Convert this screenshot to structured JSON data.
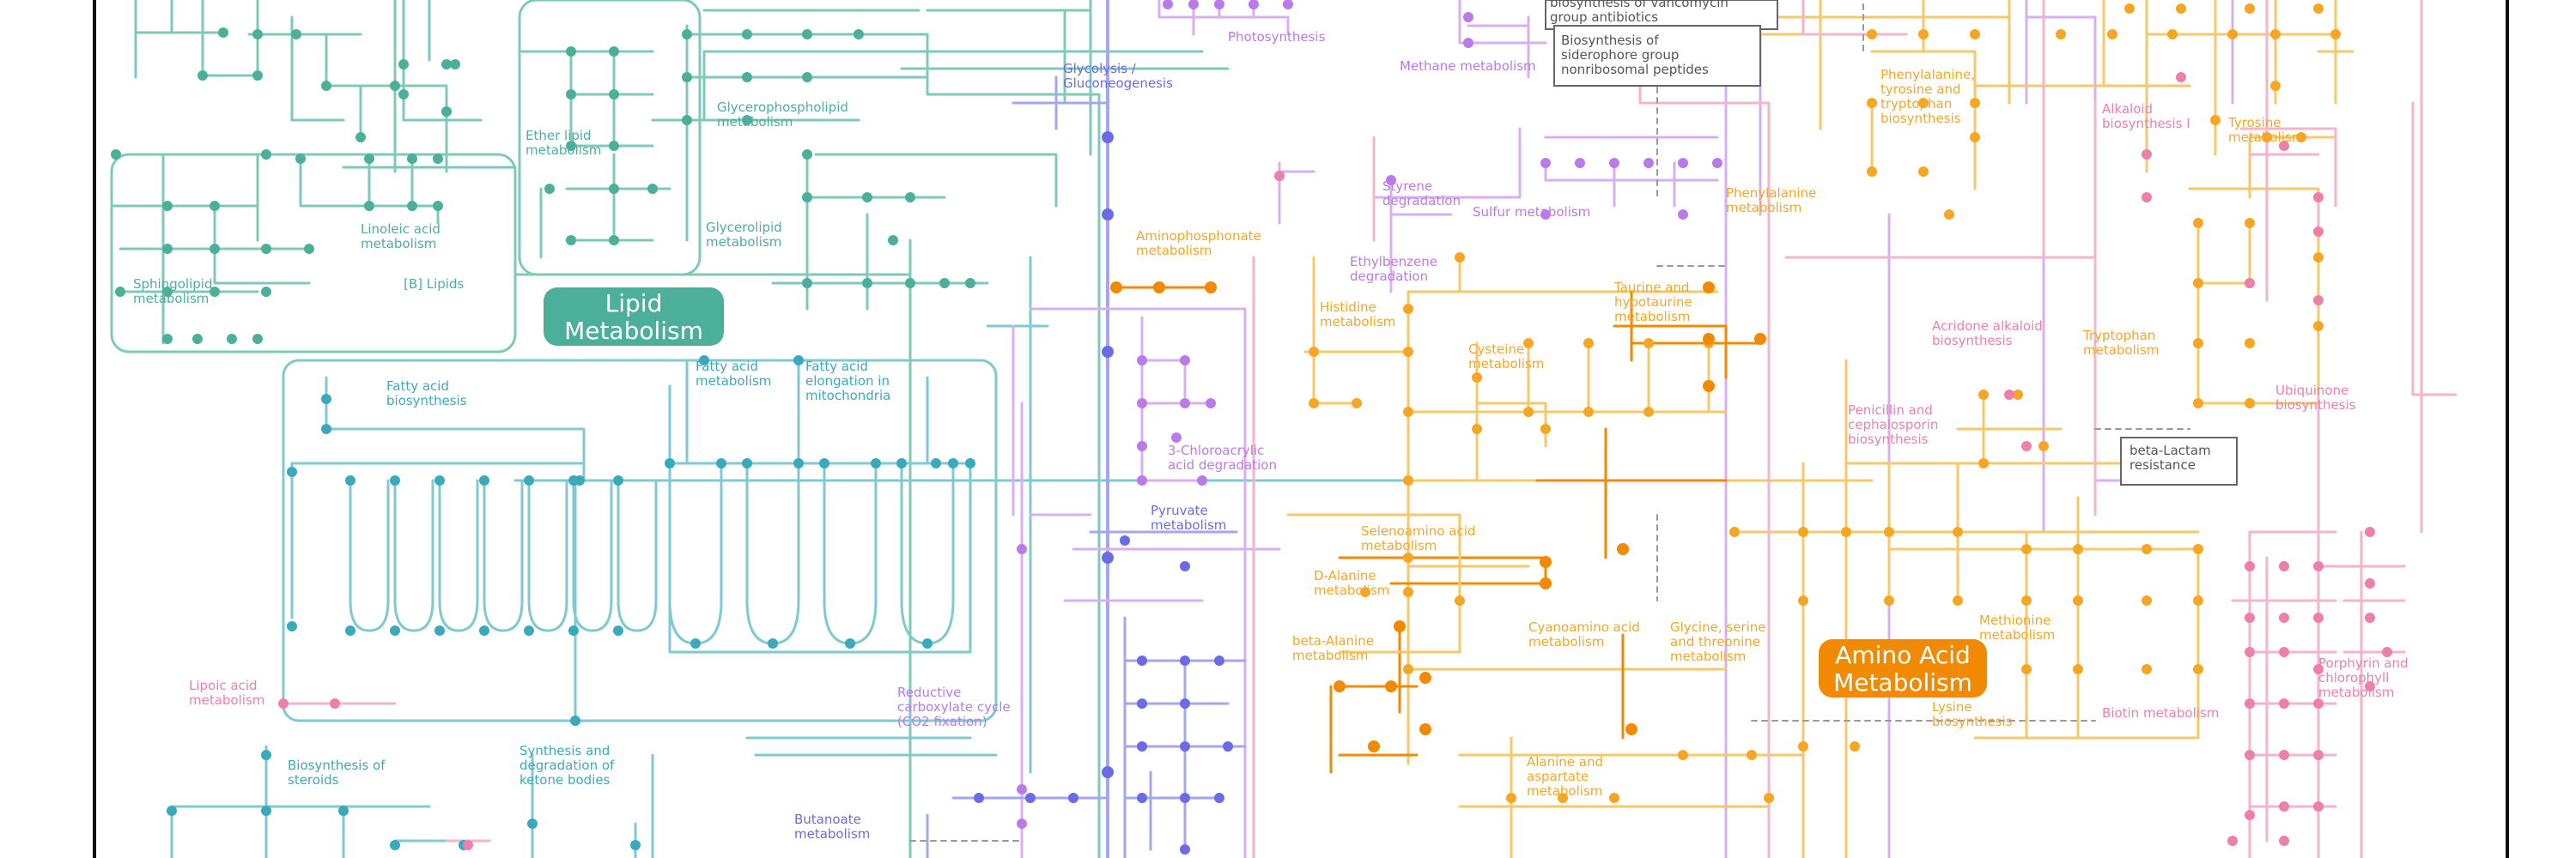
{
  "colors": {
    "lipid": "#4caf9a",
    "lipid_line": "#7fcab7",
    "teal": "#3aaabb",
    "teal_line": "#7fcad0",
    "amino": "#f6a623",
    "amino_line": "#f7c86a",
    "orange_dark": "#f18a00",
    "purple": "#b97be8",
    "purple_line": "#d7b0f2",
    "blue": "#6b6be6",
    "blue_line": "#a6a6f0",
    "pink": "#ee7fa9",
    "pink_line": "#f5b3cc",
    "gray": "#999999"
  },
  "labels": [
    {
      "id": "photosynthesis",
      "lines": [
        "Photosynthesis"
      ],
      "color": "purple"
    },
    {
      "id": "methane",
      "lines": [
        "Methane metabolism"
      ],
      "color": "purple"
    },
    {
      "id": "vancomycin",
      "lines": [
        "biosynthesis of vancomycin",
        "group antibiotics"
      ],
      "color": "gray"
    },
    {
      "id": "siderophore",
      "lines": [
        "Biosynthesis of",
        "siderophore group",
        "nonribosomal peptides"
      ],
      "color": "gray"
    },
    {
      "id": "glycolysis",
      "lines": [
        "Glycolysis /",
        "Gluconeogenesis"
      ],
      "color": "blue"
    },
    {
      "id": "ether_lipid",
      "lines": [
        "Ether lipid",
        "metabolism"
      ],
      "color": "lipid"
    },
    {
      "id": "glycerophospholipid",
      "lines": [
        "Glycerophospholipid",
        "metabolism"
      ],
      "color": "lipid"
    },
    {
      "id": "linoleic",
      "lines": [
        "Linoleic acid",
        "metabolism"
      ],
      "color": "lipid"
    },
    {
      "id": "glycerolipid",
      "lines": [
        "Glycerolipid",
        "metabolism"
      ],
      "color": "lipid"
    },
    {
      "id": "sphingolipid",
      "lines": [
        "Sphingolipid",
        "metabolism"
      ],
      "color": "lipid"
    },
    {
      "id": "lipids_b",
      "lines": [
        "[B] Lipids"
      ],
      "color": "lipid"
    },
    {
      "id": "fatty_acid_biosynthesis",
      "lines": [
        "Fatty acid",
        "biosynthesis"
      ],
      "color": "teal"
    },
    {
      "id": "fatty_acid_metabolism",
      "lines": [
        "Fatty acid",
        "metabolism"
      ],
      "color": "teal"
    },
    {
      "id": "fatty_acid_elongation",
      "lines": [
        "Fatty acid",
        "elongation in",
        "mitochondria"
      ],
      "color": "teal"
    },
    {
      "id": "lipoic",
      "lines": [
        "Lipoic acid",
        "metabolism"
      ],
      "color": "pink"
    },
    {
      "id": "steroids",
      "lines": [
        "Biosynthesis of",
        "steroids"
      ],
      "color": "teal"
    },
    {
      "id": "ketone",
      "lines": [
        "Synthesis and",
        "degradation of",
        "ketone bodies"
      ],
      "color": "teal"
    },
    {
      "id": "butanoate",
      "lines": [
        "Butanoate",
        "metabolism"
      ],
      "color": "blue"
    },
    {
      "id": "reductive",
      "lines": [
        "Reductive",
        "carboxylate cycle",
        "(CO2 fixation)"
      ],
      "color": "purple"
    },
    {
      "id": "pyruvate",
      "lines": [
        "Pyruvate",
        "metabolism"
      ],
      "color": "blue"
    },
    {
      "id": "chloroacrylic",
      "lines": [
        "3-Chloroacrylic",
        "acid degradation"
      ],
      "color": "purple"
    },
    {
      "id": "aminophosphonate",
      "lines": [
        "Aminophosphonate",
        "metabolism"
      ],
      "color": "amino"
    },
    {
      "id": "styrene",
      "lines": [
        "Styrene",
        "degradation"
      ],
      "color": "purple"
    },
    {
      "id": "ethylbenzene",
      "lines": [
        "Ethylbenzene",
        "degradation"
      ],
      "color": "purple"
    },
    {
      "id": "histidine",
      "lines": [
        "Histidine",
        "metabolism"
      ],
      "color": "amino"
    },
    {
      "id": "sulfur",
      "lines": [
        "Sulfur metabolism"
      ],
      "color": "purple"
    },
    {
      "id": "taurine",
      "lines": [
        "Taurine and",
        "hypotaurine",
        "metabolism"
      ],
      "color": "amino"
    },
    {
      "id": "cysteine",
      "lines": [
        "Cysteine",
        "metabolism"
      ],
      "color": "amino"
    },
    {
      "id": "phenylalanine",
      "lines": [
        "Phenylalanine",
        "metabolism"
      ],
      "color": "amino"
    },
    {
      "id": "phe_tyr_trp",
      "lines": [
        "Phenylalanine,",
        "tyrosine and",
        "tryptophan",
        "biosynthesis"
      ],
      "color": "amino"
    },
    {
      "id": "alkaloid",
      "lines": [
        "Alkaloid",
        "biosynthesis I"
      ],
      "color": "pink"
    },
    {
      "id": "tyrosine",
      "lines": [
        "Tyrosine",
        "metabolism"
      ],
      "color": "amino"
    },
    {
      "id": "acridone",
      "lines": [
        "Acridone alkaloid",
        "biosynthesis"
      ],
      "color": "pink"
    },
    {
      "id": "tryptophan",
      "lines": [
        "Tryptophan",
        "metabolism"
      ],
      "color": "amino"
    },
    {
      "id": "penicillin",
      "lines": [
        "Penicillin and",
        "cephalosporin",
        "biosynthesis"
      ],
      "color": "pink"
    },
    {
      "id": "ubiquinone",
      "lines": [
        "Ubiquinone",
        "biosynthesis"
      ],
      "color": "pink"
    },
    {
      "id": "beta_lactam",
      "lines": [
        "beta-Lactam",
        "resistance"
      ],
      "color": "gray"
    },
    {
      "id": "selenoamino",
      "lines": [
        "Selenoamino acid",
        "metabolism"
      ],
      "color": "amino"
    },
    {
      "id": "d_alanine",
      "lines": [
        "D-Alanine",
        "metabolism"
      ],
      "color": "amino"
    },
    {
      "id": "beta_alanine",
      "lines": [
        "beta-Alanine",
        "metabolism"
      ],
      "color": "amino"
    },
    {
      "id": "cyanoamino",
      "lines": [
        "Cyanoamino acid",
        "metabolism"
      ],
      "color": "amino"
    },
    {
      "id": "glycine",
      "lines": [
        "Glycine, serine",
        "and threonine",
        "metabolism"
      ],
      "color": "amino"
    },
    {
      "id": "methionine",
      "lines": [
        "Methionine",
        "metabolism"
      ],
      "color": "amino"
    },
    {
      "id": "lysine",
      "lines": [
        "Lysine",
        "biosynthesis"
      ],
      "color": "amino"
    },
    {
      "id": "biotin",
      "lines": [
        "Biotin metabolism"
      ],
      "color": "pink"
    },
    {
      "id": "porphyrin",
      "lines": [
        "Porphyrin and",
        "chlorophyll",
        "metabolism"
      ],
      "color": "pink"
    },
    {
      "id": "alanine_aspartate",
      "lines": [
        "Alanine and",
        "aspartate",
        "metabolism"
      ],
      "color": "amino"
    }
  ],
  "badges": [
    {
      "id": "lipid_metabolism",
      "lines": [
        "Lipid",
        "Metabolism"
      ],
      "color": "lipid"
    },
    {
      "id": "amino_acid_metabolism",
      "lines": [
        "Amino Acid",
        "Metabolism"
      ],
      "color": "orange_dark"
    }
  ]
}
